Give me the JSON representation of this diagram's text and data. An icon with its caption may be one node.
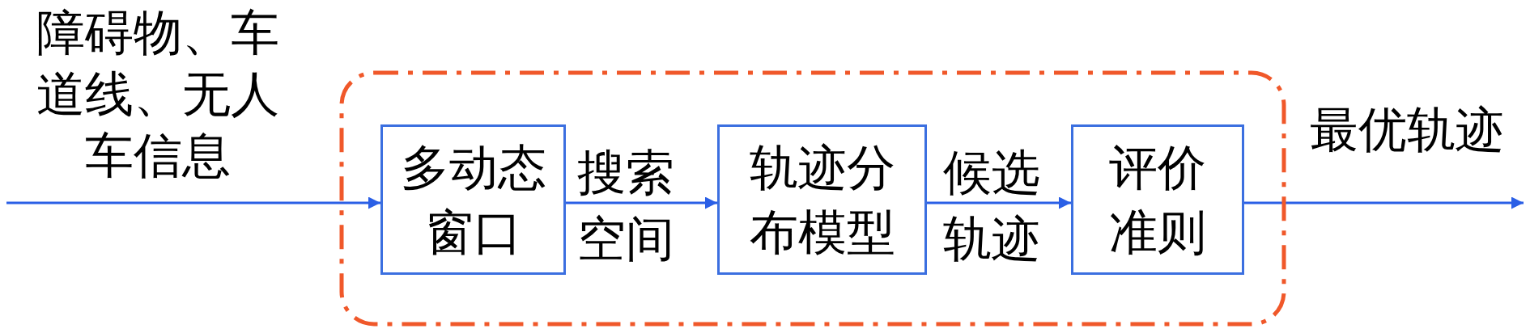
{
  "diagram": {
    "nodes": [
      {
        "text": [],
        "shape": "box"
      },
      {
        "text": [
          "多动态窗口"
        ],
        "in": 0
      },
      {
        "text": [
          "轨迹分布模型"
        ],
        "in": 0
      },
      {
        "text": [
          "评价准则"
        ],
        "in": 0
      }
    ],
    "edges": [
      {
        "from": null,
        "to": 1,
        "arrow": "to",
        "label": "障碍物、车道线、无人车信息"
      },
      {
        "from": 1,
        "to": 2,
        "arrow": "to",
        "label": "搜索空间"
      },
      {
        "from": 2,
        "to": 3,
        "arrow": "to",
        "label": "候选轨迹"
      },
      {
        "from": 3,
        "to": null,
        "arrow": "to",
        "label": "最优轨迹"
      }
    ]
  }
}
